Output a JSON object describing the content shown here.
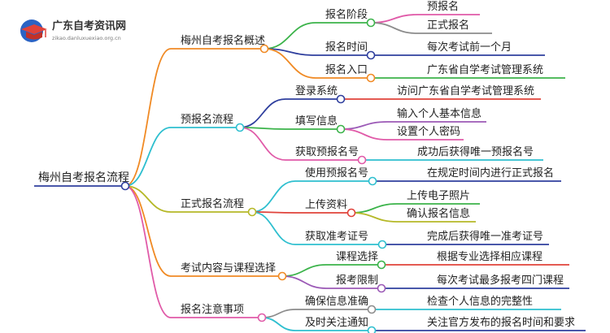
{
  "watermark": {
    "title": "广东自考资讯网",
    "subtitle": "zikao.danluxuexiao.org.cn",
    "logo_icon": "graduation-cap-icon"
  },
  "mindmap": {
    "root": "梅州自考报名流程",
    "branches": [
      {
        "label": "梅州自考报名概述",
        "color": "#f08a24",
        "children": [
          {
            "label": "报名阶段",
            "color": "#3bb34a",
            "children": [
              {
                "label": "预报名",
                "color": "#e05aa8"
              },
              {
                "label": "正式报名",
                "color": "#8c8c8c"
              }
            ]
          },
          {
            "label": "报名时间",
            "color": "#2f3f9e",
            "children": [
              {
                "label": "每次考试前一个月",
                "color": "#2f3f9e"
              }
            ]
          },
          {
            "label": "报名入口",
            "color": "#f08a24",
            "children": [
              {
                "label": "广东省自学考试管理系统",
                "color": "#3bb34a"
              }
            ]
          }
        ]
      },
      {
        "label": "预报名流程",
        "color": "#2ebfcf",
        "children": [
          {
            "label": "登录系统",
            "color": "#2f3f9e",
            "children": [
              {
                "label": "访问广东省自学考试管理系统",
                "color": "#e0423a"
              }
            ]
          },
          {
            "label": "填写信息",
            "color": "#3bb34a",
            "children": [
              {
                "label": "输入个人基本信息",
                "color": "#9b59b6"
              },
              {
                "label": "设置个人密码",
                "color": "#e05aa8"
              }
            ]
          },
          {
            "label": "获取预报名号",
            "color": "#e05aa8",
            "children": [
              {
                "label": "成功后获得唯一预报名号",
                "color": "#2ebfcf"
              }
            ]
          }
        ]
      },
      {
        "label": "正式报名流程",
        "color": "#b5b827",
        "children": [
          {
            "label": "使用预报名号",
            "color": "#2ebfcf",
            "children": [
              {
                "label": "在规定时间内进行正式报名",
                "color": "#2f3f9e"
              }
            ]
          },
          {
            "label": "上传资料",
            "color": "#e0423a",
            "children": [
              {
                "label": "上传电子照片",
                "color": "#3bb34a"
              },
              {
                "label": "确认报名信息",
                "color": "#b5b827"
              }
            ]
          },
          {
            "label": "获取准考证号",
            "color": "#2ebfcf",
            "children": [
              {
                "label": "完成后获得唯一准考证号",
                "color": "#2f3f9e"
              }
            ]
          }
        ]
      },
      {
        "label": "考试内容与课程选择",
        "color": "#f08a24",
        "children": [
          {
            "label": "课程选择",
            "color": "#3bb34a",
            "children": [
              {
                "label": "根据专业选择相应课程",
                "color": "#e0423a"
              }
            ]
          },
          {
            "label": "报考限制",
            "color": "#9b59b6",
            "children": [
              {
                "label": "每次考试最多报考四门课程",
                "color": "#2f3f9e"
              }
            ]
          }
        ]
      },
      {
        "label": "报名注意事项",
        "color": "#e05aa8",
        "children": [
          {
            "label": "确保信息准确",
            "color": "#8c8c8c",
            "children": [
              {
                "label": "检查个人信息的完整性",
                "color": "#2ebfcf"
              }
            ]
          },
          {
            "label": "及时关注通知",
            "color": "#2ebfcf",
            "children": [
              {
                "label": "关注官方发布的报名时间和要求",
                "color": "#2f3f9e"
              }
            ]
          }
        ]
      }
    ]
  },
  "colors": {
    "root_line": "#2f3f9e",
    "node_fill": "#ffffff"
  }
}
